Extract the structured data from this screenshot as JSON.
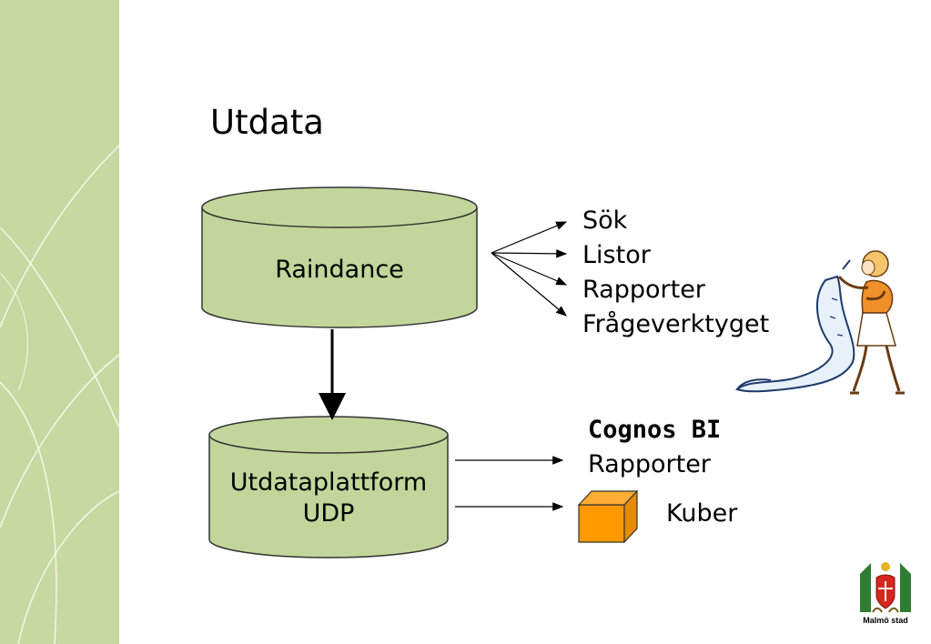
{
  "slide": {
    "title": "Utdata",
    "theme": {
      "sidebar_green": "#c6d9a0",
      "cylinder_fill": "#c2d69b",
      "cube_fill": "#ff9900"
    }
  },
  "diagram": {
    "nodes": {
      "raindance": {
        "label": "Raindance"
      },
      "udp": {
        "label_line1": "Utdataplattform",
        "label_line2": "UDP"
      }
    },
    "raindance_outputs": [
      "Sök",
      "Listor",
      "Rapporter",
      "Frågeverktyget"
    ],
    "cognos": {
      "title": "Cognos BI",
      "subtitle": "Rapporter"
    },
    "kuber": {
      "label": "Kuber",
      "icon": "orange-cube-icon"
    }
  },
  "logo": {
    "text": "Malmö stad",
    "icon": "malmo-coat-of-arms-icon"
  },
  "clipart": {
    "icon": "woman-reading-scroll-icon"
  }
}
